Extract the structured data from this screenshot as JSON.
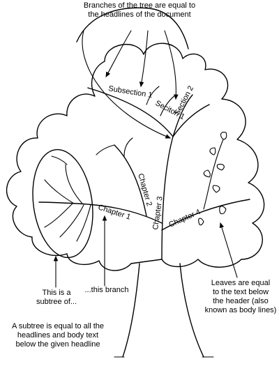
{
  "captions": {
    "top": "Branches of the tree are equal to\nthe headlines of the document",
    "subtree": "This is a\nsubtree of...",
    "branch": "...this branch",
    "leaves": "Leaves are equal\nto the text below\nthe header (also\nknown as body lines)",
    "bottom": "A subtree is equal to all the\nheadlines and body text\nbelow the given headline"
  },
  "branch_labels": {
    "subsection1": "Subsection 1",
    "section1": "Seciton 1",
    "section2": "Section 2",
    "chapter1": "Chapter 1",
    "chapter2": "Chapter 2",
    "chapter3": "Chapter 3",
    "chapter4": "Chapter 4"
  }
}
